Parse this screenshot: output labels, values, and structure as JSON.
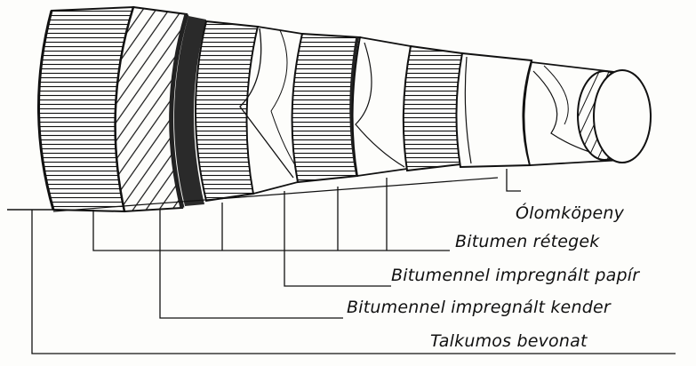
{
  "labels": {
    "lead_sheath": "Ólomköpeny",
    "bitumen_layers": "Bitumen rétegek",
    "impregnated_paper": "Bitumennel impregnált papír",
    "impregnated_hemp": "Bitumennel impregnált kender",
    "talc_coating": "Talkumos bevonat"
  },
  "colors": {
    "ink": "#111111",
    "paper": "#fdfdfb",
    "shade": "#2a2a2a"
  }
}
